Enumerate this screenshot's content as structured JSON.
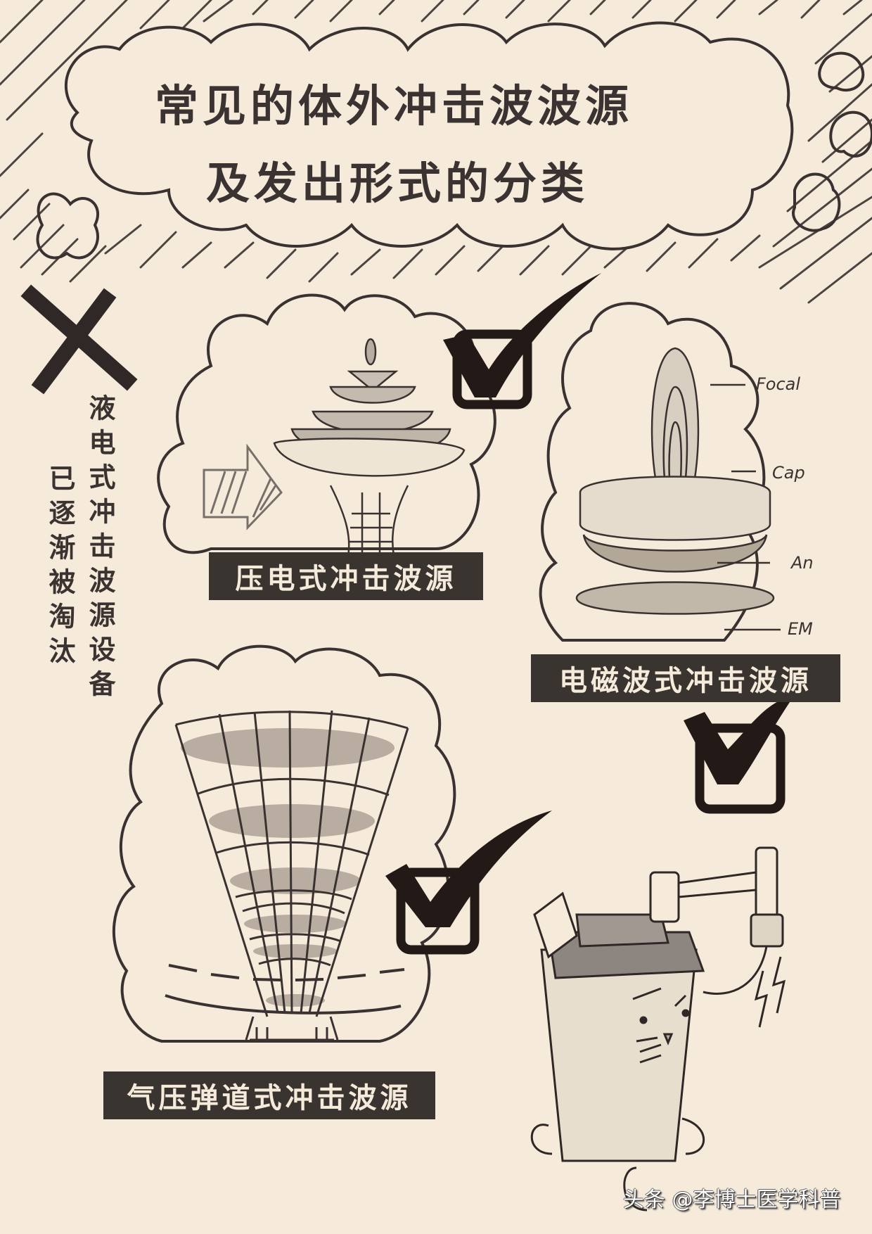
{
  "poster": {
    "title_line1": "常见的体外冲击波波源",
    "title_line2": "及发出形式的分类",
    "colors": {
      "background": "#f6ebda",
      "ink": "#3a3230",
      "label_bg": "#3a3431",
      "label_text": "#f6ebda",
      "shade": "#b8ada0"
    }
  },
  "rejected": {
    "mark": "cross-mark",
    "device_text": "液电式冲击波源设备",
    "status_text": "已逐渐被淘汰"
  },
  "sources": [
    {
      "label": "压电式冲击波源",
      "mark": "check-box"
    },
    {
      "label": "电磁波式冲击波源",
      "mark": "check-box",
      "annotations": [
        "Focal",
        "Cap",
        "An",
        "EM"
      ]
    },
    {
      "label": "气压弹道式冲击波源",
      "mark": "check-box"
    }
  ],
  "watermark": "头条 @李博士医学科普"
}
